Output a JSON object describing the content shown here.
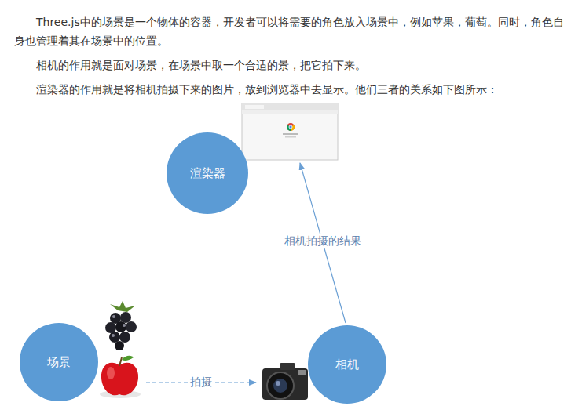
{
  "diagram": {
    "nodes": [
      {
        "text": [
          "渲染器"
        ]
      },
      {
        "text": [
          "场景"
        ]
      },
      {
        "text": [
          "相机"
        ]
      }
    ],
    "edges": [
      {
        "from": 1,
        "to": 2,
        "label": "拍摄",
        "arrow": "to"
      },
      {
        "from": 2,
        "to": 0,
        "label": "相机拍摄的结果",
        "arrow": "to"
      }
    ],
    "labels": [
      "Three.js中的场景是一个物体的容器，开发者可以将需要的角色放入场景中，例如苹果，葡萄。同时，角色自身也管理着其在场景中的位置。",
      "相机的作用就是面对场景，在场景中取一个合适的景，把它拍下来。",
      "渲染器的作用就是将相机拍摄下来的图片，放到浏览器中去显示。他们三者的关系如下图所示："
    ]
  }
}
